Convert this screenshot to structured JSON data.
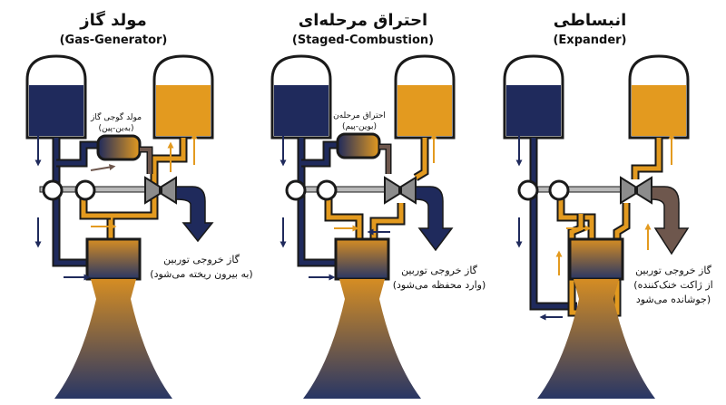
{
  "colors": {
    "fuel": "#1f2a5c",
    "oxidizer": "#e39a1f",
    "exhaust_hot": "#d58d23",
    "exhaust_cold": "#283665",
    "outline": "#1a1a1a",
    "pipe_gray": "#b9b9b9",
    "turbine": "#8c8c8c",
    "brown_gas": "#6e574d"
  },
  "panels": {
    "gas_generator": {
      "title": "مولد گاز",
      "subtitle": "(Gas-Generator)",
      "device_label_1": "مولد گوجی گاز",
      "device_label_2": "(به‌ین-پین)",
      "exhaust_line_1": "گاز خروجی توربین",
      "exhaust_line_2": "(به بیرون ریخته می‌شود)"
    },
    "staged_combustion": {
      "title": "احتراق مرحله‌ای",
      "subtitle": "(Staged-Combustion)",
      "device_label_1": "احتراق مرحله‌ن",
      "device_label_2": "(بوین-پیم)",
      "exhaust_line_1": "گاز خروجی توربین",
      "exhaust_line_2": "(وارد محفظه می‌شود)"
    },
    "expander": {
      "title": "انبساطی",
      "subtitle": "(Expander)",
      "exhaust_line_1": "گاز خروجی توربین",
      "exhaust_line_2": "(از ژاکت خنک‌کننده",
      "exhaust_line_3": "جوشانده می‌شود)"
    }
  }
}
